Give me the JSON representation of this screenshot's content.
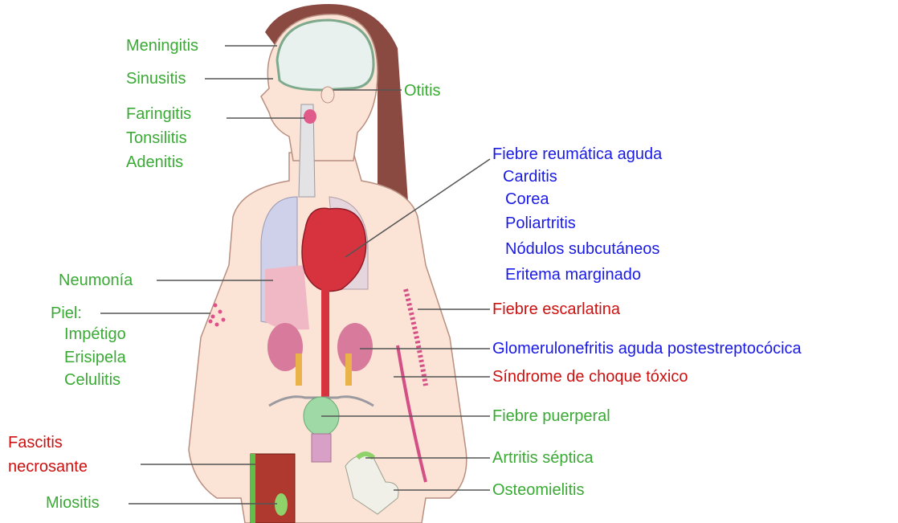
{
  "colors": {
    "green": "#3aaa35",
    "blue": "#1a1ae6",
    "red": "#cc1111",
    "skin": "#fbe3d6",
    "hair": "#8a4a42"
  },
  "labels": {
    "meningitis": "Meningitis",
    "sinusitis": "Sinusitis",
    "otitis": "Otitis",
    "faringitis": "Faringitis",
    "tonsilitis": "Tonsilitis",
    "adenitis": "Adenitis",
    "fiebre_reumatica": "Fiebre reumática aguda",
    "carditis": "Carditis",
    "corea": "Corea",
    "poliartritis": "Poliartritis",
    "nodulos": "Nódulos subcutáneos",
    "eritema": "Eritema marginado",
    "neumonia": "Neumonía",
    "piel": "Piel:",
    "impetigo": "Impétigo",
    "erisipela": "Erisipela",
    "celulitis": "Celulitis",
    "fiebre_escarlatina": "Fiebre escarlatina",
    "glomerulonefritis": "Glomerulonefritis aguda postestreptocócica",
    "choque_toxico": "Síndrome de choque tóxico",
    "fiebre_puerperal": "Fiebre puerperal",
    "fascitis_1": "Fascitis",
    "fascitis_2": "necrosante",
    "artritis": "Artritis séptica",
    "miositis": "Miositis",
    "osteomielitis": "Osteomielitis"
  }
}
